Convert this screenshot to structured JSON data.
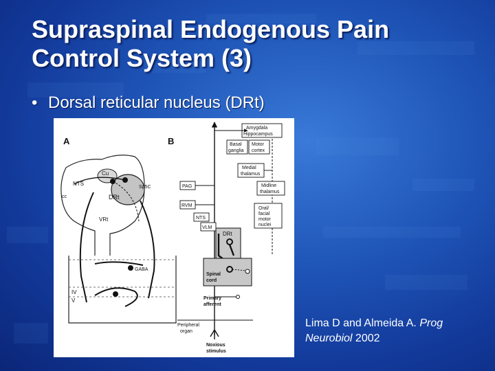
{
  "slide": {
    "title_line1": "Supraspinal Endogenous Pain",
    "title_line2": "Control System (3)",
    "bullet_symbol": "•",
    "bullet_text": "Dorsal reticular nucleus (DRt)"
  },
  "figure": {
    "panel_a": {
      "panel_label": "A",
      "labels": {
        "cu": "Cu",
        "nts": "NTS",
        "sp5c": "Sp5C",
        "cc": "cc",
        "drt": "DRt",
        "vrt": "VRt",
        "gaba": "GABA",
        "lamina_iv": "IV",
        "lamina_v": "V"
      }
    },
    "panel_b": {
      "panel_label": "B",
      "boxes": {
        "amygdala_line1": "Amygdala",
        "amygdala_line2": "Hippocampus",
        "basal_line1": "Basal",
        "basal_line2": "ganglia",
        "motor_line1": "Motor",
        "motor_line2": "cortex",
        "medial_line1": "Medial",
        "medial_line2": "thalamus",
        "midline_line1": "Midline",
        "midline_line2": "thalamus",
        "oral_line1": "Oral/",
        "oral_line2": "facial",
        "oral_line3": "motor",
        "oral_line4": "nuclei",
        "pag": "PAG",
        "rvm": "RVM",
        "nts": "NTS",
        "vlm": "VLM",
        "drt": "DRt",
        "spinal_line1": "Spinal",
        "spinal_line2": "cord"
      },
      "labels": {
        "primary_line1": "Primary",
        "primary_line2": "afferent",
        "peripheral_line1": "Peripheral",
        "peripheral_line2": "organ",
        "noxious_line1": "Noxious",
        "noxious_line2": "stimulus"
      }
    }
  },
  "citation": {
    "authors": "Lima D and Almeida A. ",
    "journal": "Prog Neurobiol",
    "year": " 2002"
  },
  "colors": {
    "background_center": "#3a7ad8",
    "background_edge": "#0b2678",
    "text": "#ffffff",
    "figure_background": "#ffffff"
  }
}
